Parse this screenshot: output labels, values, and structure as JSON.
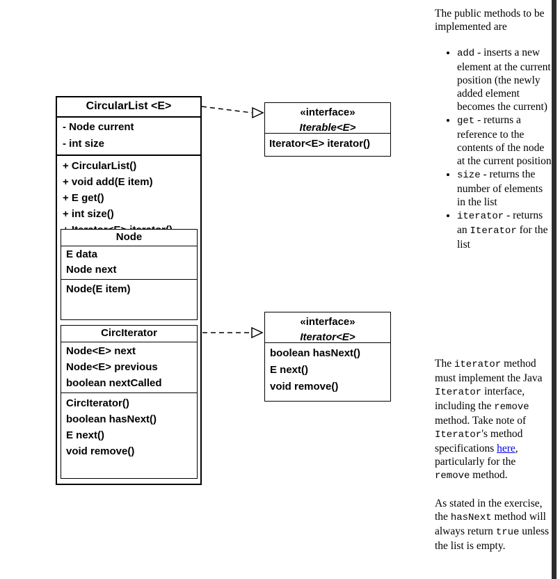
{
  "diagram": {
    "circular_list": {
      "title": "CircularList <E>",
      "fields": [
        "- Node current",
        "- int size"
      ],
      "methods": [
        "+ CircularList()",
        "+ void add(E item)",
        "+ E get()",
        "+ int size()",
        "+ Iterator<E> iterator()"
      ]
    },
    "node": {
      "title": "Node",
      "fields": [
        "E data",
        "Node next"
      ],
      "methods": [
        "Node(E item)"
      ]
    },
    "circ_iterator": {
      "title": "CircIterator",
      "fields": [
        "Node<E> next",
        "Node<E> previous",
        "boolean nextCalled"
      ],
      "methods": [
        "CircIterator()",
        "boolean hasNext()",
        "E next()",
        "void remove()"
      ]
    },
    "iterable_interface": {
      "stereotype": "«interface»",
      "name": "Iterable<E>",
      "methods": [
        "Iterator<E> iterator()"
      ]
    },
    "iterator_interface": {
      "stereotype": "«interface»",
      "name": "Iterator<E>",
      "methods": [
        "boolean hasNext()",
        "E next()",
        "void remove()"
      ]
    }
  },
  "sidebar": {
    "intro": "The public methods to be implemented are",
    "bullets": [
      [
        {
          "code": "add"
        },
        {
          "text": " - inserts a new element at the current position (the newly added element becomes the current)"
        }
      ],
      [
        {
          "code": "get"
        },
        {
          "text": " - returns a reference to the contents of the node at the current position"
        }
      ],
      [
        {
          "code": "size"
        },
        {
          "text": " - returns the number of elements in the list"
        }
      ],
      [
        {
          "code": "iterator"
        },
        {
          "text": " - returns an "
        },
        {
          "code": "Iterator"
        },
        {
          "text": " for the list"
        }
      ]
    ],
    "paragraphs": [
      [
        {
          "text": "The "
        },
        {
          "code": "iterator"
        },
        {
          "text": " method must implement the Java "
        },
        {
          "code": "Iterator"
        },
        {
          "text": " interface, including the "
        },
        {
          "code": "remove"
        },
        {
          "text": " method. Take note of "
        },
        {
          "code": "Iterator"
        },
        {
          "text": "'s method specifications "
        },
        {
          "link": "here"
        },
        {
          "text": ", particularly for the "
        },
        {
          "code": "remove"
        },
        {
          "text": " method."
        }
      ],
      [
        {
          "text": "As stated in the exercise, the "
        },
        {
          "code": "hasNext"
        },
        {
          "text": " method will always return "
        },
        {
          "code": "true"
        },
        {
          "text": " unless the list is empty."
        }
      ]
    ]
  },
  "colors": {
    "link": "#0000EE",
    "line": "#000000",
    "frame_bar": "#2d2d2d"
  }
}
